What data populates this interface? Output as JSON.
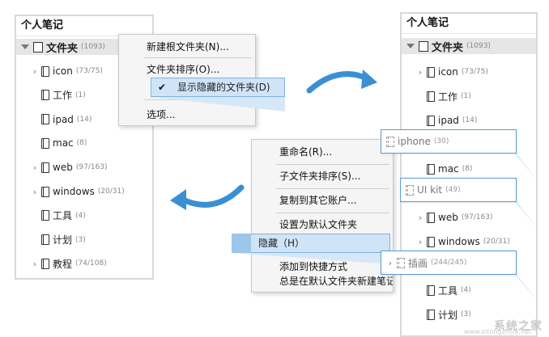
{
  "left_panel": {
    "title": "个人笔记",
    "root": {
      "label": "文件夹",
      "count": "(1093)"
    },
    "items": [
      {
        "label": "icon",
        "count": "(73/75)",
        "expandable": true
      },
      {
        "label": "工作",
        "count": "(1)",
        "expandable": false
      },
      {
        "label": "ipad",
        "count": "(14)",
        "expandable": false
      },
      {
        "label": "mac",
        "count": "(8)",
        "expandable": false
      },
      {
        "label": "web",
        "count": "(97/163)",
        "expandable": true
      },
      {
        "label": "windows",
        "count": "(20/31)",
        "expandable": true
      },
      {
        "label": "工具",
        "count": "(4)",
        "expandable": false
      },
      {
        "label": "计划",
        "count": "(3)",
        "expandable": false
      },
      {
        "label": "教程",
        "count": "(74/108)",
        "expandable": true
      }
    ]
  },
  "root_menu": {
    "items": [
      "新建根文件夹(N)...",
      "文件夹排序(O)...",
      "显示隐藏的文件夹(D)",
      "选项..."
    ],
    "checked_item": "显示隐藏的文件夹(D)"
  },
  "folder_menu": {
    "items": [
      "重命名(R)...",
      "子文件夹排序(S)...",
      "复制到其它账户...",
      "设置为默认文件夹",
      "隐藏（H）",
      "添加到快捷方式",
      "总是在默认文件夹新建笔记"
    ],
    "highlighted_item": "隐藏（H）"
  },
  "right_panel": {
    "title": "个人笔记",
    "root": {
      "label": "文件夹",
      "count": "(1093)"
    },
    "items": [
      {
        "label": "icon",
        "count": "(73/75)",
        "expandable": true
      },
      {
        "label": "工作",
        "count": "(1)",
        "expandable": false
      },
      {
        "label": "ipad",
        "count": "(14)",
        "expandable": false
      },
      {
        "label": "iphone",
        "count": "(30)",
        "hidden": true
      },
      {
        "label": "mac",
        "count": "(8)",
        "expandable": false
      },
      {
        "label": "UI kit",
        "count": "(49)",
        "hidden": true
      },
      {
        "label": "web",
        "count": "(97/163)",
        "expandable": true
      },
      {
        "label": "windows",
        "count": "(20/31)",
        "expandable": true
      },
      {
        "label": "插画",
        "count": "(244/245)",
        "hidden": true
      },
      {
        "label": "工具",
        "count": "(4)",
        "expandable": false
      },
      {
        "label": "计划",
        "count": "(3)",
        "expandable": false
      }
    ]
  },
  "watermark": {
    "text": "系统之家",
    "url": "www.xitongzhijia.net"
  },
  "colors": {
    "accent": "#3b8fd3",
    "highlight": "#cfe4f7",
    "callout_border": "#5a9bd5"
  }
}
